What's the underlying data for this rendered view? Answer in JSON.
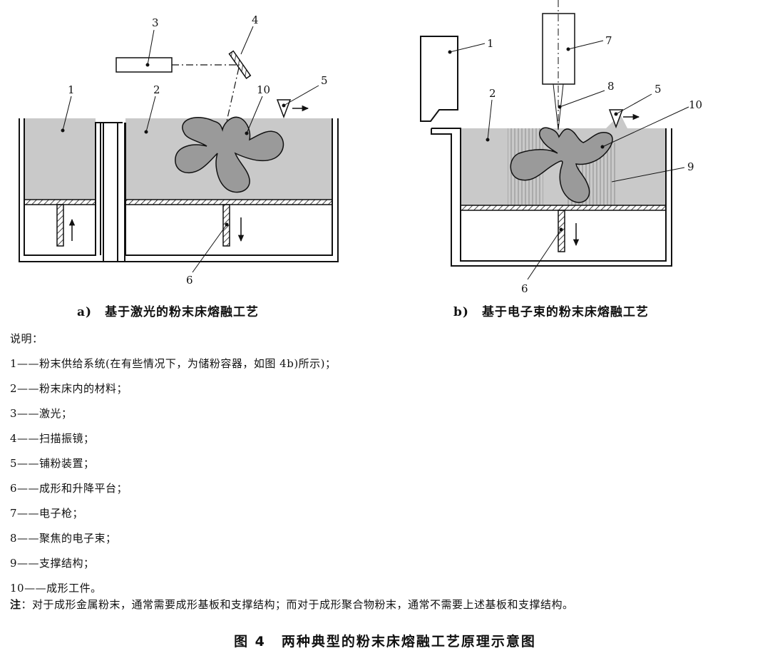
{
  "panel_a": {
    "caption_prefix": "a)",
    "caption": "基于激光的粉末床熔融工艺",
    "callouts": [
      "1",
      "2",
      "3",
      "4",
      "5",
      "6",
      "10"
    ]
  },
  "panel_b": {
    "caption_prefix": "b)",
    "caption": "基于电子束的粉末床熔融工艺",
    "callouts": [
      "1",
      "2",
      "5",
      "6",
      "7",
      "8",
      "9",
      "10"
    ]
  },
  "legend": {
    "heading": "说明：",
    "items": [
      {
        "num": "1",
        "dash": "——",
        "text": "粉末供给系统(在有些情况下，为储粉容器，如图 4b)所示)；"
      },
      {
        "num": "2",
        "dash": "——",
        "text": "粉末床内的材料；"
      },
      {
        "num": "3",
        "dash": "——",
        "text": "激光；"
      },
      {
        "num": "4",
        "dash": "——",
        "text": "扫描振镜；"
      },
      {
        "num": "5",
        "dash": "——",
        "text": "铺粉装置；"
      },
      {
        "num": "6",
        "dash": "——",
        "text": "成形和升降平台；"
      },
      {
        "num": "7",
        "dash": "——",
        "text": "电子枪；"
      },
      {
        "num": "8",
        "dash": "——",
        "text": "聚焦的电子束；"
      },
      {
        "num": "9",
        "dash": "——",
        "text": "支撑结构；"
      },
      {
        "num": "10",
        "dash": "——",
        "text": "成形工件。"
      }
    ]
  },
  "note": {
    "label": "注",
    "text": "：对于成形金属粉末，通常需要成形基板和支撑结构；而对于成形聚合物粉末，通常不需要上述基板和支撑结构。"
  },
  "figure": {
    "number": "图 4",
    "title": "两种典型的粉末床熔融工艺原理示意图"
  },
  "colors": {
    "powder": "#c9c9c9",
    "part": "#9a9a9a",
    "line": "#111111"
  }
}
